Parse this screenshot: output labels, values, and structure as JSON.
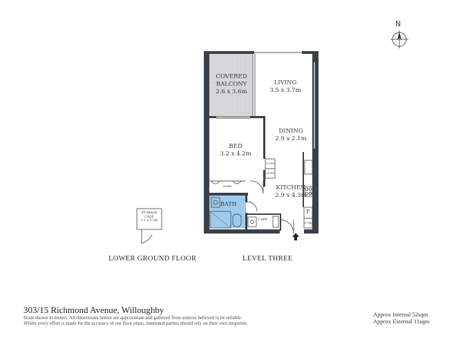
{
  "compass": {
    "label": "N",
    "icon": "north-arrow-icon"
  },
  "rooms": {
    "balcony": {
      "name_line1": "COVERED",
      "name_line2": "BALCONY",
      "dims": "2.6 x 3.6m"
    },
    "living": {
      "name": "LIVING",
      "dims": "3.5 x 3.7m"
    },
    "dining": {
      "name": "DINING",
      "dims": "2.9 x 2.1m"
    },
    "bed": {
      "name": "BED",
      "dims": "3.2 x 4.2m"
    },
    "kitchen": {
      "name": "KITCHEN",
      "dims": "2.9 x 4.3m"
    },
    "bath": {
      "name": "BATH"
    },
    "laundry": {
      "name": "L'DRY"
    },
    "robe": {
      "name": "ROBE"
    },
    "cupboard1": {
      "name": "CUPD"
    },
    "cupboard2": {
      "name": "CUPD"
    },
    "fridge": {
      "name": "F"
    },
    "pantry": {
      "name": "P'TRY"
    }
  },
  "storage": {
    "line1": "STORAGE",
    "line2": "CAGE",
    "dims": "1.1 x 1.3m"
  },
  "colors": {
    "wall": "#3a4048",
    "balcony_fill": "#d6d8da",
    "bath_fill": "#9ecbee",
    "line": "#555555"
  },
  "labels": {
    "lower_ground": "LOWER GROUND FLOOR",
    "level_three": "LEVEL THREE"
  },
  "footer": {
    "address": "303/15 Richmond Avenue, Willoughby",
    "disclaimer_line1": "Scale shown in metres. All dimensions herein are approximate and gathered from sources believed to be reliable.",
    "disclaimer_line2": "Whilst every effort is made for the accuracy of our floor plans, interested parties should rely on their own enquiries.",
    "internal": "Approx Internal 52sqm",
    "external": "Approx External 11sqm"
  }
}
